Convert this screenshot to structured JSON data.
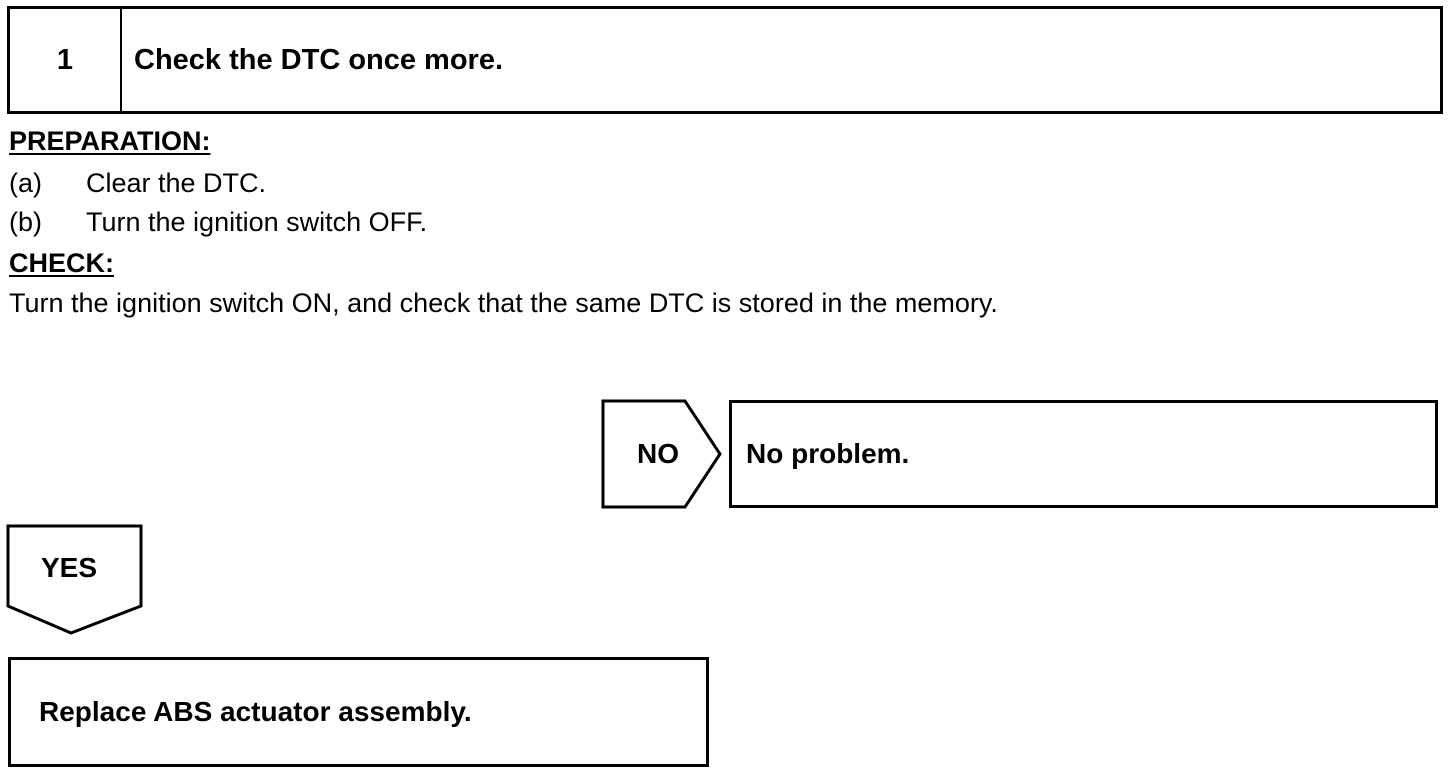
{
  "step": {
    "number": "1",
    "title": "Check the DTC once more."
  },
  "preparation": {
    "heading": "PREPARATION:",
    "items": [
      {
        "marker": "(a)",
        "text": "Clear the DTC."
      },
      {
        "marker": "(b)",
        "text": "Turn the ignition switch OFF."
      }
    ]
  },
  "check": {
    "heading": "CHECK:",
    "text": "Turn the ignition switch ON, and check that the same DTC is stored in the memory."
  },
  "flow": {
    "no_label": "NO",
    "no_result": "No problem.",
    "yes_label": "YES",
    "yes_result": "Replace ABS actuator assembly."
  }
}
